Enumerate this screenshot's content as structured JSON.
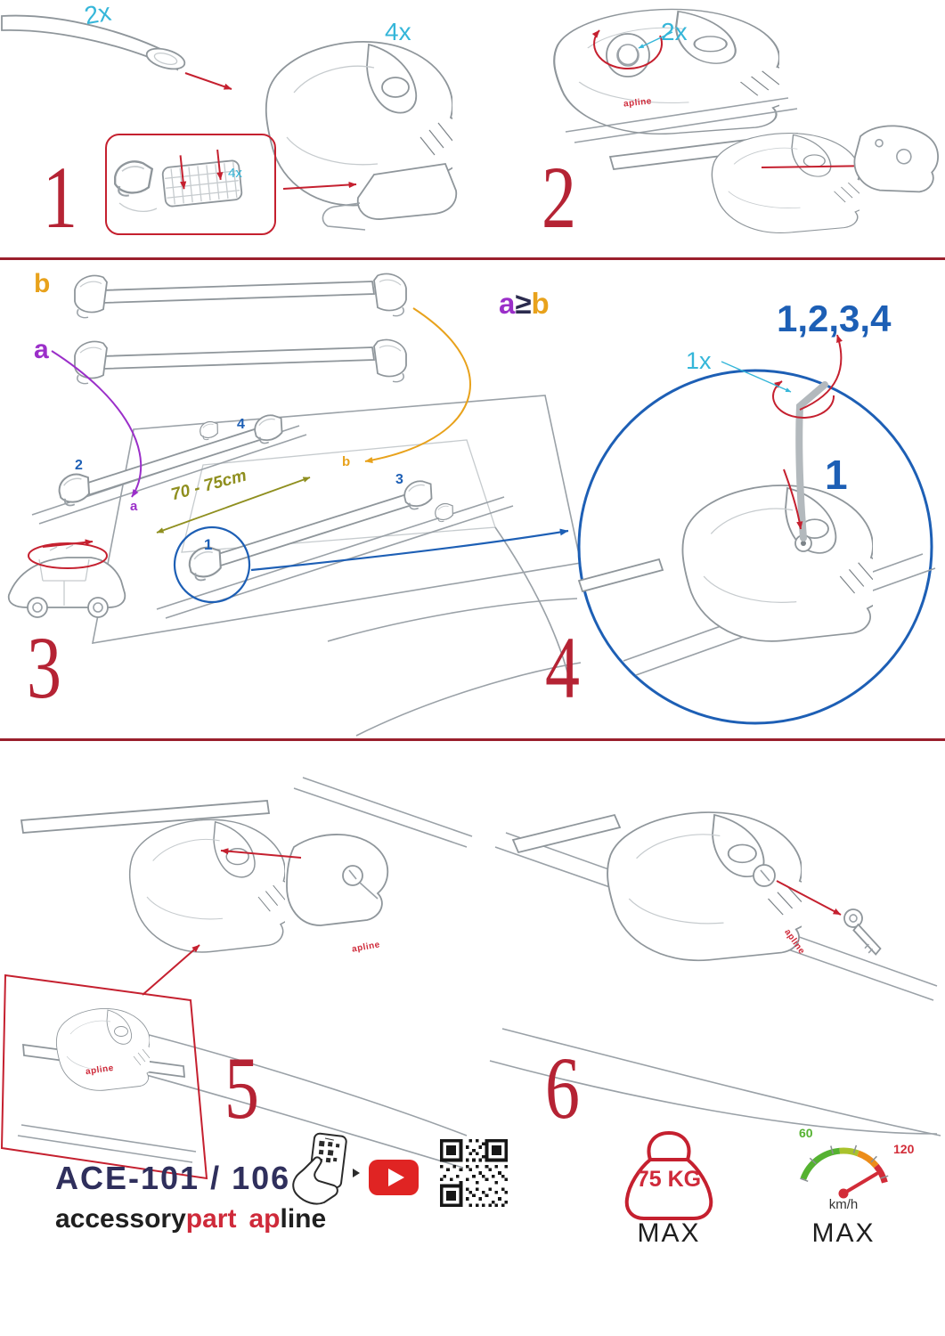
{
  "steps": {
    "one": {
      "num": "1",
      "qty_bar": "2x",
      "qty_foot": "4x",
      "qty_pads": "4x"
    },
    "two": {
      "num": "2",
      "qty_cover": "2x"
    },
    "three": {
      "num": "3",
      "bar_b_label": "b",
      "bar_a_label": "a",
      "roof_a_label": "a",
      "roof_b_label": "b",
      "measure": "70 - 75cm",
      "pos1": "1",
      "pos2": "2",
      "pos3": "3",
      "pos4": "4"
    },
    "four": {
      "num": "4",
      "formula_a": "a",
      "formula_op": "≥",
      "formula_b": "b",
      "sequence": "1,2,3,4",
      "qty_key": "1x",
      "detail_pos": "1"
    },
    "five": {
      "num": "5"
    },
    "six": {
      "num": "6"
    }
  },
  "branding": {
    "product_code": "ACE-101 / 106",
    "brand_black": "accessory",
    "brand_red": "part",
    "logo_red": "ap",
    "logo_dark": "line",
    "mini_logo": "apline"
  },
  "limits": {
    "max_load": "75 KG",
    "load_max_label": "MAX",
    "speed_tick_low": "60",
    "speed_tick_high": "120",
    "speed_unit": "km/h",
    "speed_max_label": "MAX"
  },
  "colors": {
    "step_red": "#b52334",
    "quantity_cyan": "#35b6d9",
    "position_blue": "#1d5fb5",
    "label_purple": "#9b2fc9",
    "label_orange": "#e8a21c",
    "measure_olive": "#8f8f1f"
  },
  "icons": {
    "phone_scan": "phone-qr-scan-icon",
    "youtube": "youtube-play-icon",
    "qr": "qr-code",
    "weight": "kettlebell-weight-icon",
    "speed": "speedometer-icon"
  }
}
